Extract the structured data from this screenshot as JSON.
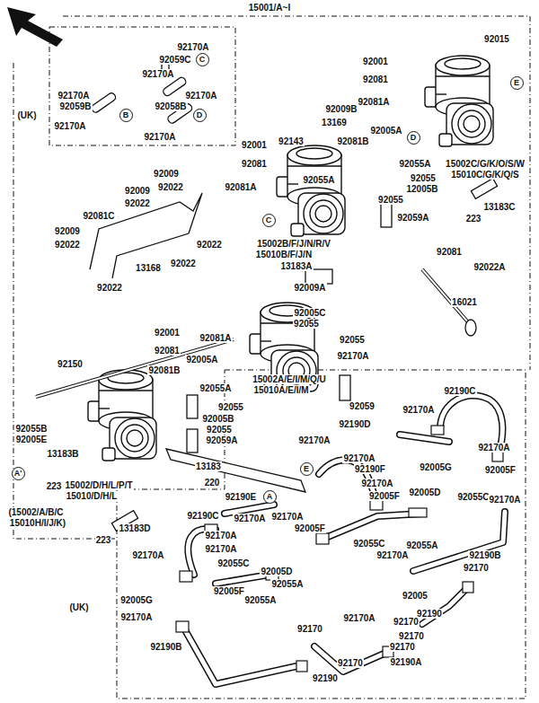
{
  "diagram": {
    "labels": [
      "15001/A~I",
      "92170A",
      "92059C",
      "C",
      "92170A",
      "92170A",
      "92059B",
      "B",
      "92170A",
      "92058B",
      "D",
      "(UK)",
      "92170A",
      "92170A",
      "92015",
      "92001",
      "92081",
      "92081A",
      "E",
      "92009B",
      "13169",
      "92001",
      "92143",
      "92081B",
      "92081",
      "92005A",
      "D",
      "92055A",
      "15002C/G/K/O/S/W",
      "15010C/G/K/Q/S",
      "92055",
      "12005B",
      "92055",
      "13183C",
      "223",
      "92081A",
      "92055A",
      "C",
      "92059A",
      "15002B/F/J/N/R/V",
      "15010B/F/J/N",
      "13183A",
      "92009",
      "92009",
      "92022",
      "92022",
      "92081C",
      "92009",
      "92022",
      "92022",
      "13168",
      "92022",
      "92022",
      "92081",
      "92022A",
      "16021",
      "92009A",
      "92001",
      "92081A",
      "92005C",
      "92055",
      "92055",
      "92081",
      "92170A",
      "92081B",
      "92005A",
      "92150",
      "92055A",
      "92005B",
      "92055",
      "15002A/E/I/M/Q/U",
      "15010A/E/I/M",
      "92059",
      "92055",
      "92059A",
      "92055B",
      "92005E",
      "13183B",
      "A'",
      "223",
      "15002/D/H/L/P/T",
      "15010/D/H/L",
      "(15002/A/B/C",
      "15010H/I/J/K)",
      "13183",
      "220",
      "13183D",
      "223",
      "92190C",
      "92170A",
      "92190D",
      "92170A",
      "E",
      "92170A",
      "92190F",
      "92170A",
      "92005G",
      "92005F",
      "92170A",
      "92005F",
      "92005D",
      "92055C",
      "92170A",
      "92190E",
      "A",
      "92190C",
      "92170A",
      "92170A",
      "92005F",
      "92055C",
      "92055A",
      "92170A",
      "92170A",
      "92170A",
      "92055C",
      "92170A",
      "92190B",
      "92170",
      "92005D",
      "92055A",
      "92005G",
      "92005F",
      "92055A",
      "(UK)",
      "92170A",
      "92005",
      "92190",
      "92170",
      "92170A",
      "92170",
      "92170",
      "92170",
      "92190B",
      "92170",
      "92190",
      "92190A"
    ]
  }
}
